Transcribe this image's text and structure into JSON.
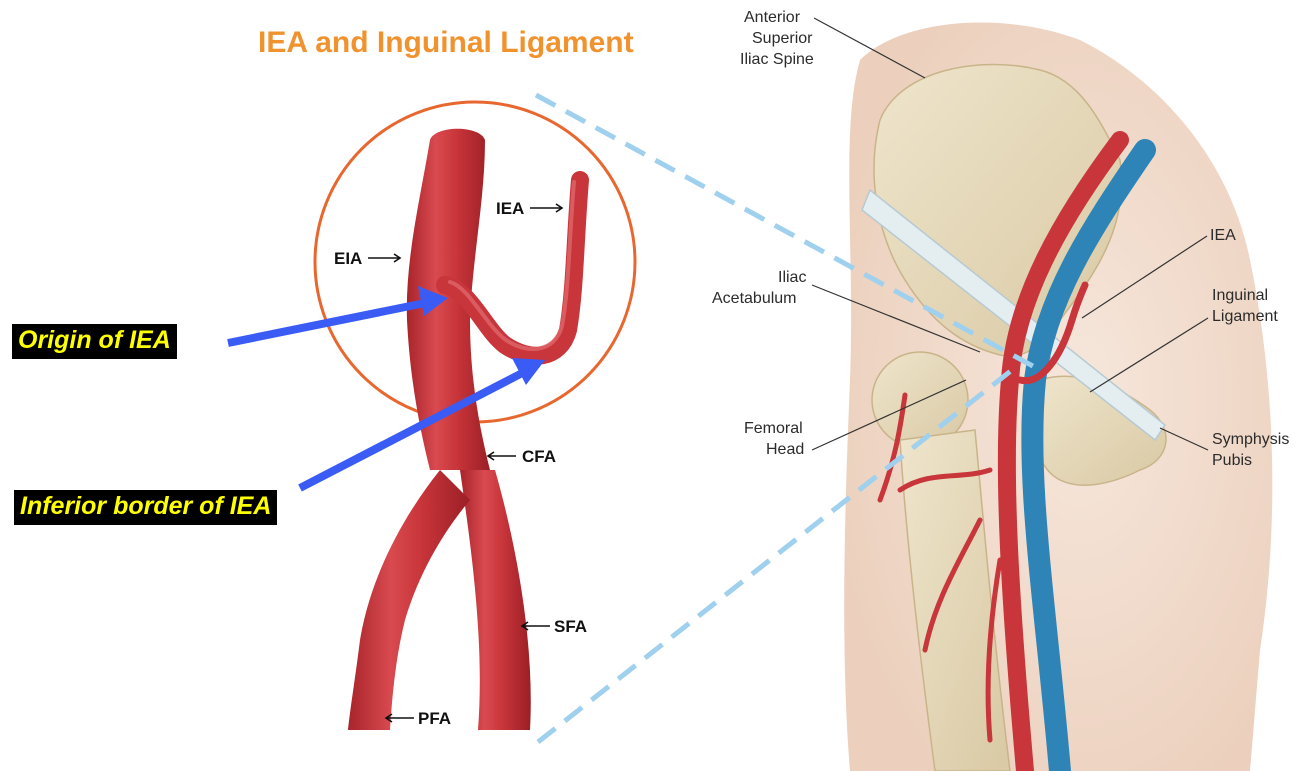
{
  "title": "IEA and Inguinal Ligament",
  "colors": {
    "title": "#f0922e",
    "artery": "#c8353a",
    "artery_highlight": "#e0676a",
    "vein": "#2f84b7",
    "circle": "#e8672f",
    "callout_arrow": "#3a5cf5",
    "dashed_line": "#9fd0ee",
    "bone": "#e8dcc0",
    "skin": "#f3e1d5"
  },
  "vessel_labels": {
    "iea": "IEA",
    "eia": "EIA",
    "cfa": "CFA",
    "sfa": "SFA",
    "pfa": "PFA"
  },
  "callouts": {
    "origin": "Origin of IEA",
    "inferior_border": "Inferior border of IEA"
  },
  "anatomy_labels": {
    "asis_line1": "Anterior",
    "asis_line2": "Superior",
    "asis_line3": "Iliac Spine",
    "iliac_line1": "Iliac",
    "iliac_line2": "Acetabulum",
    "femoral_line1": "Femoral",
    "femoral_line2": "Head",
    "iea": "IEA",
    "inguinal_line1": "Inguinal",
    "inguinal_line2": "Ligament",
    "symphysis_line1": "Symphysis",
    "symphysis_line2": "Pubis"
  }
}
